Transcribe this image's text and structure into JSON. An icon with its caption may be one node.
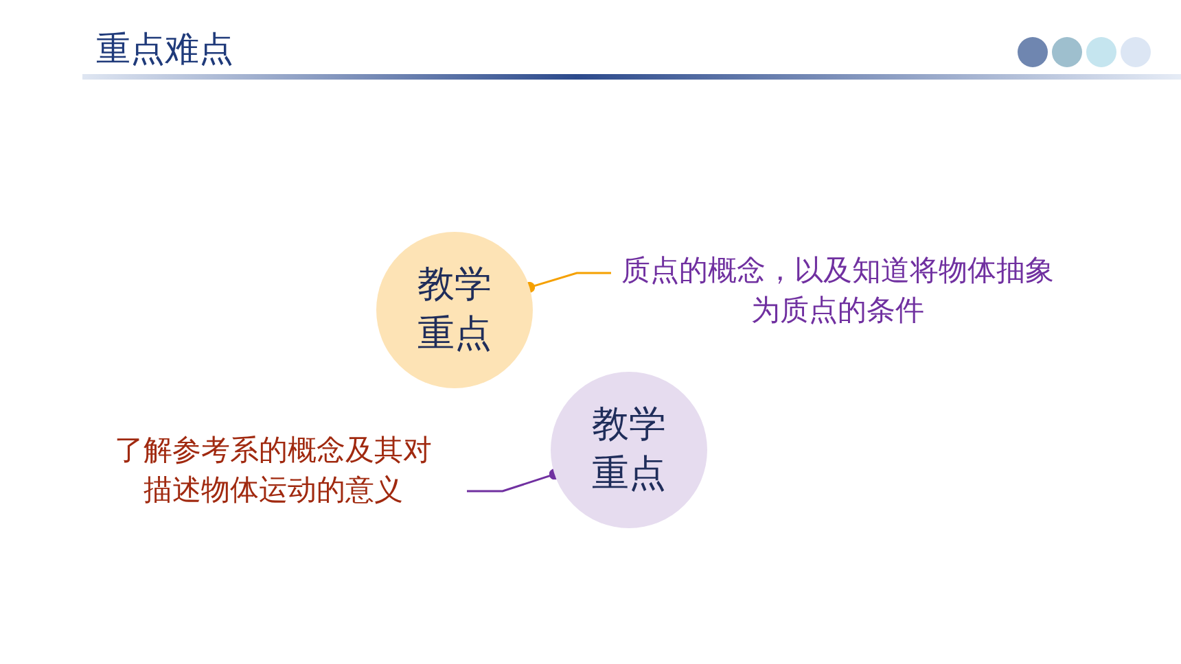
{
  "diagram": {
    "title": "重点难点",
    "nodes": [
      {
        "text": [
          "教学重点"
        ]
      },
      {
        "text": [
          "质点的概念，以及知道将物体抽象为质点的条件"
        ]
      },
      {
        "text": [
          "教学重点"
        ]
      },
      {
        "text": [
          "了解参考系的概念及其对描述物体运动的意义"
        ]
      }
    ],
    "edges": [
      {
        "from": 1,
        "to": 0,
        "arrow": "other",
        "color": "#f5a000"
      },
      {
        "from": 3,
        "to": 2,
        "arrow": "other",
        "color": "#7030a0"
      }
    ]
  }
}
